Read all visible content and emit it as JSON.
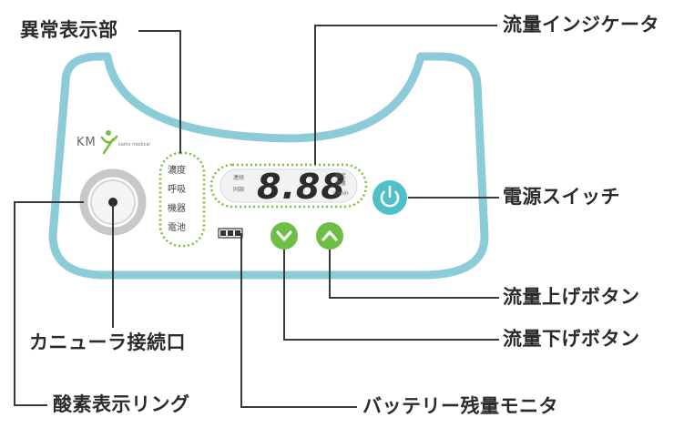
{
  "labels": {
    "abnormal_display": "異常表示部",
    "flow_indicator": "流量インジケータ",
    "power_switch": "電源スイッチ",
    "flow_up_button": "流量上げボタン",
    "flow_down_button": "流量下げボタン",
    "cannula_port": "カニューラ接続口",
    "oxygen_ring": "酸素表示リング",
    "battery_monitor": "バッテリー残量モニタ"
  },
  "status_items": [
    "濃度",
    "呼吸",
    "機器",
    "電池"
  ],
  "display": {
    "left_top": "連続",
    "left_bottom": "同調",
    "value": "8.88",
    "right_top": "設定",
    "right_mid": "流量",
    "unit": "L/min"
  },
  "logo": {
    "main": "KM",
    "sub": "kaiho medical"
  },
  "colors": {
    "device_outline": "#8ccbd8",
    "indicator_dots": "#7bbd3a",
    "button_green": "#6cbe45",
    "power_teal": "#4ec1c8",
    "leader_line": "#3a3a3a",
    "ring_grey": "#c8c8c8"
  }
}
